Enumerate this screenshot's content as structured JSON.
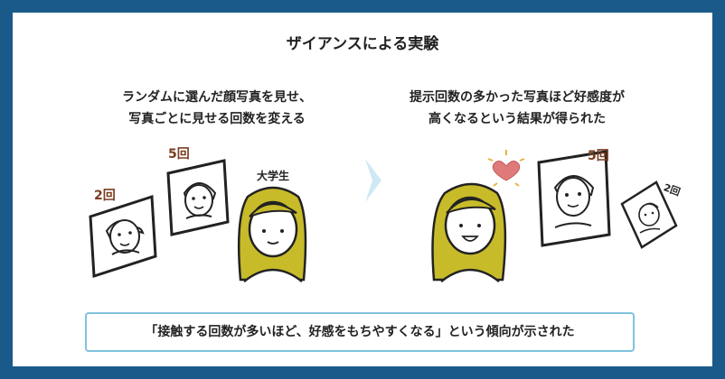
{
  "title": "ザイアンスによる実験",
  "left": {
    "caption_line1": "ランダムに選んだ顔写真を見せ、",
    "caption_line2": "写真ごとに見せる回数を変える",
    "label_2": "2回",
    "label_5": "5回",
    "student_label": "大学生"
  },
  "right": {
    "caption_line1": "提示回数の多かった写真ほど好感度が",
    "caption_line2": "高くなるという結果が得られた",
    "label_5": "5回",
    "label_2": "2回"
  },
  "conclusion": "「接触する回数が多いほど、好感をもちやすくなる」という傾向が示された",
  "colors": {
    "frame_border": "#1a5a8a",
    "arrow": "#cfe9f4",
    "count_label": "#7a3d1f",
    "hair": "#c8bb2a",
    "heart": "#e07a7a",
    "sparkle": "#e8b341",
    "conclusion_border": "#7fc3e0"
  },
  "icons": [
    "portrait-2-icon",
    "portrait-5-icon",
    "student-icon",
    "arrow-icon",
    "heart-icon",
    "portrait-liked-icon",
    "portrait-small-icon",
    "student-happy-icon"
  ]
}
